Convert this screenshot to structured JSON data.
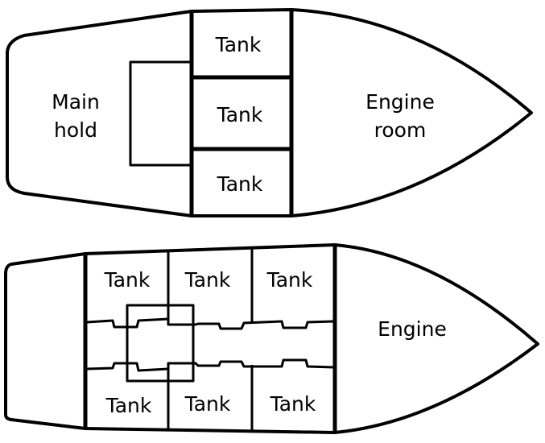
{
  "diagrams": [
    {
      "name": "upper-layout",
      "labels": {
        "main_hold_line1": "Main",
        "main_hold_line2": "hold",
        "tank_1": "Tank",
        "tank_2": "Tank",
        "tank_3": "Tank",
        "engine_line1": "Engine",
        "engine_line2": "room"
      }
    },
    {
      "name": "lower-layout",
      "labels": {
        "tank_top_1": "Tank",
        "tank_top_2": "Tank",
        "tank_top_3": "Tank",
        "tank_bottom_1": "Tank",
        "tank_bottom_2": "Tank",
        "tank_bottom_3": "Tank",
        "engine": "Engine"
      }
    }
  ],
  "colors": {
    "ink": "#000000",
    "paper": "#ffffff"
  }
}
